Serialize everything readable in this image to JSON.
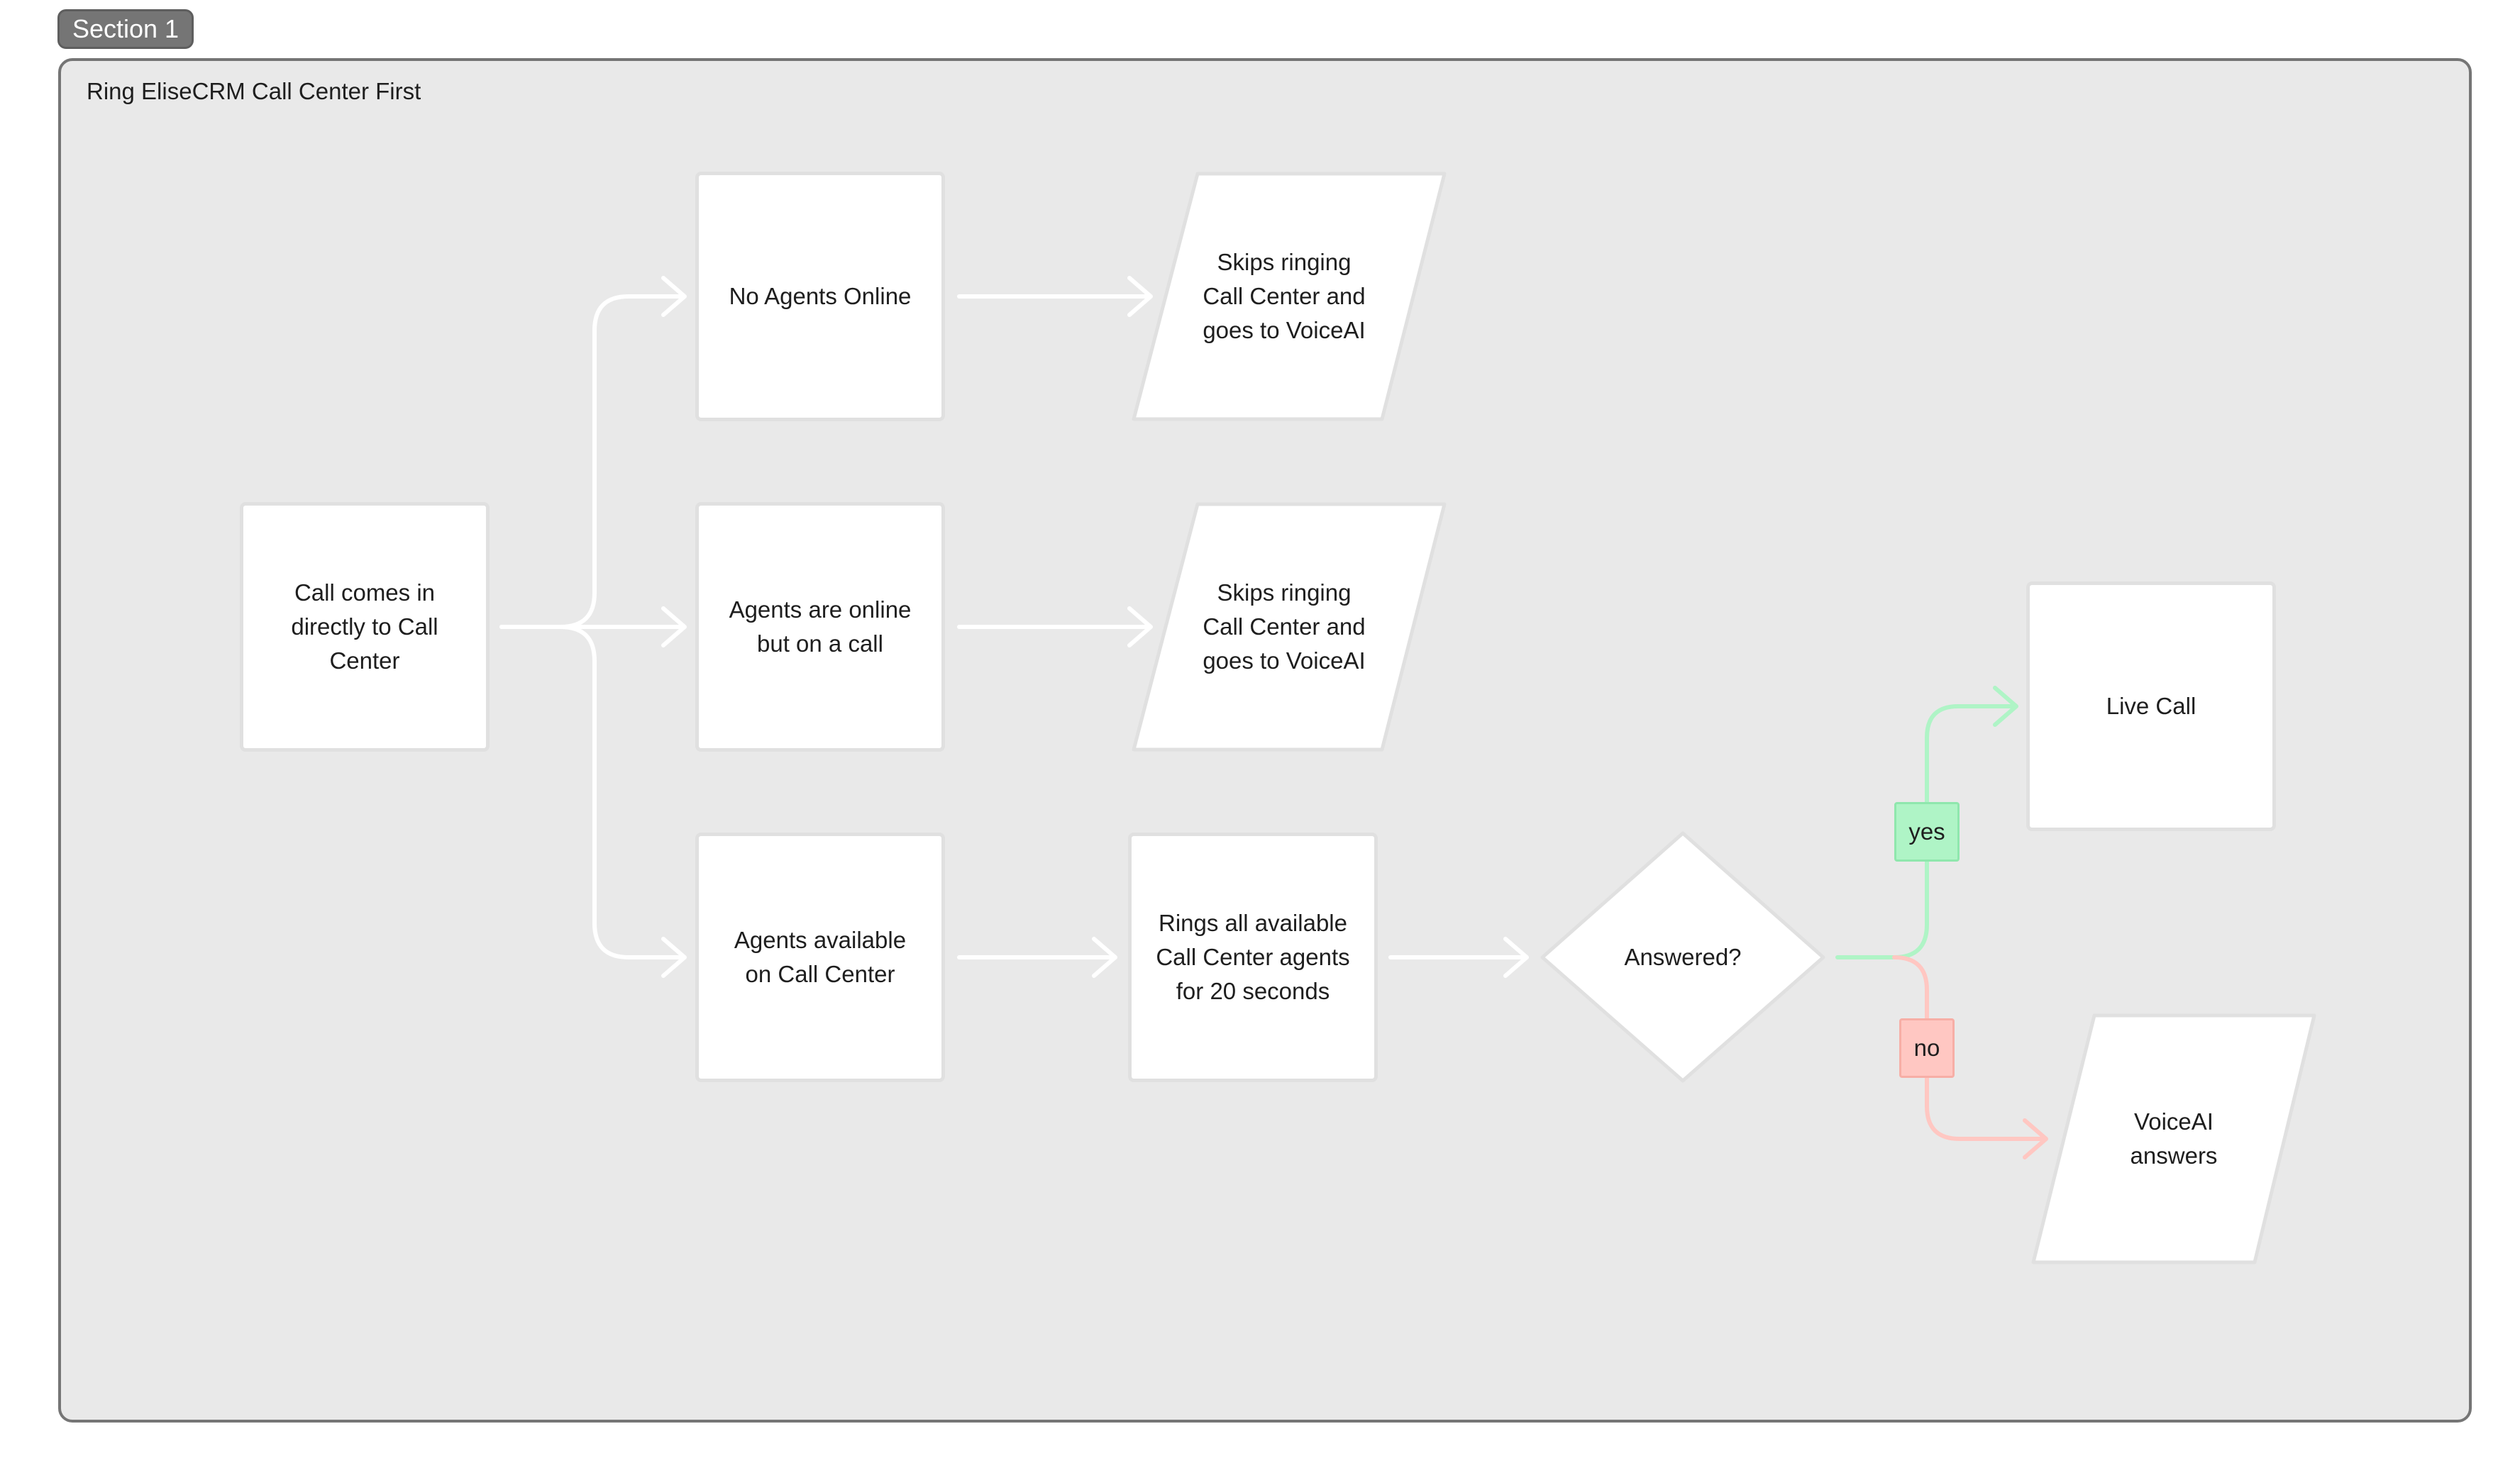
{
  "section": {
    "badge": "Section 1",
    "title": "Ring EliseCRM Call Center First"
  },
  "nodes": {
    "start": "Call comes in directly to Call Center",
    "no_agents": "No Agents Online",
    "agents_busy": "Agents are online but on a call",
    "agents_available": "Agents available on Call Center",
    "skip_1": "Skips ringing Call Center and goes to VoiceAI",
    "skip_2": "Skips ringing Call Center and goes to VoiceAI",
    "rings_agents": "Rings all available Call Center agents for 20 seconds",
    "answered": "Answered?",
    "live_call": "Live Call",
    "voiceai_answers": "VoiceAI answers"
  },
  "labels": {
    "yes": "yes",
    "no": "no"
  },
  "colors": {
    "connector": "#ffffff",
    "yes_line": "#aff4c6",
    "no_line": "#ffc7c2",
    "frame_bg": "#e9e9e9",
    "frame_border": "#757575"
  }
}
